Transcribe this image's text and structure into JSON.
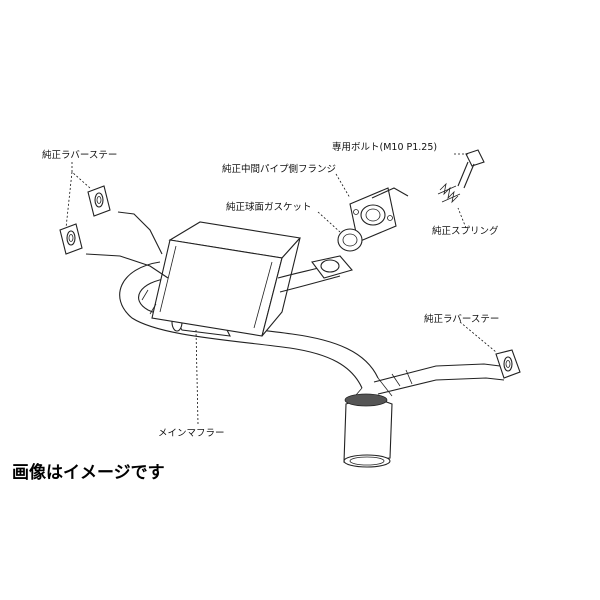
{
  "labels": {
    "rubber_stay_left": "純正ラバーステー",
    "special_bolt": "専用ボルト(M10 P1.25)",
    "mid_pipe_flange": "純正中間パイプ側フランジ",
    "spherical_gasket": "純正球面ガスケット",
    "spring": "純正スプリング",
    "rubber_stay_right": "純正ラバーステー",
    "main_muffler": "メインマフラー"
  },
  "caption": "画像はイメージです"
}
